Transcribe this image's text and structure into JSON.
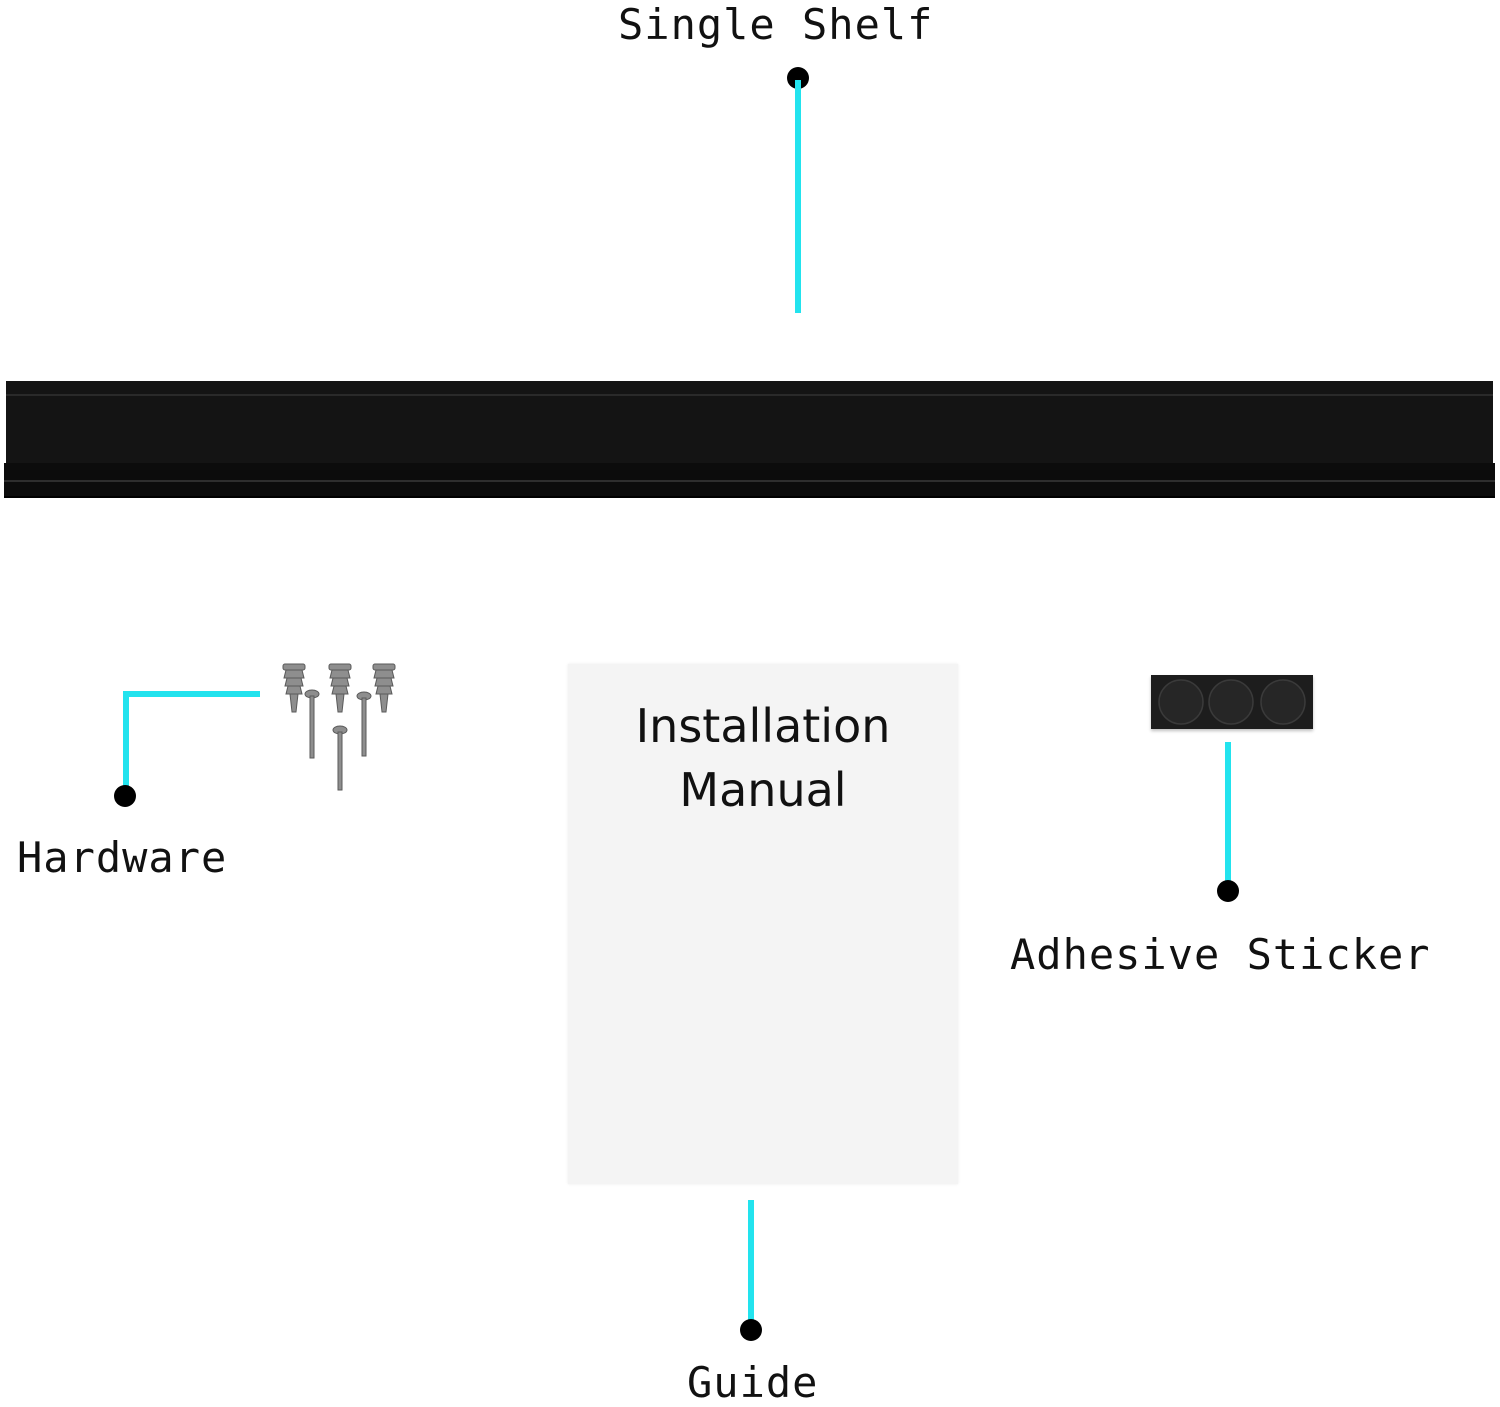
{
  "labels": {
    "single_shelf": "Single Shelf",
    "hardware": "Hardware",
    "guide": "Guide",
    "adhesive_sticker": "Adhesive Sticker"
  },
  "manual": {
    "line1": "Installation",
    "line2": "Manual"
  },
  "colors": {
    "callout_line": "#22e3ee",
    "callout_dot": "#000000",
    "shelf": "#111111",
    "manual_paper": "#f4f4f4",
    "sticker": "#1d1d1d"
  }
}
